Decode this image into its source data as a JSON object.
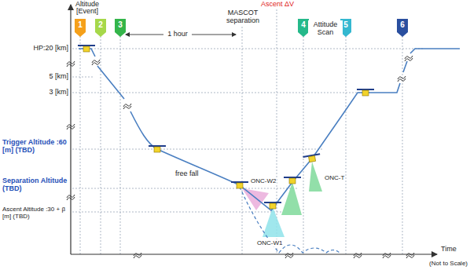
{
  "diagram": {
    "nodes": [
      {
        "text": [
          "1"
        ]
      },
      {
        "text": [
          "2"
        ]
      },
      {
        "text": [
          "3"
        ]
      },
      {
        "text": [
          "4"
        ]
      },
      {
        "text": [
          "5"
        ]
      },
      {
        "text": [
          "6"
        ]
      }
    ],
    "labels": [
      "Altitude",
      "[Event]",
      "1 hour",
      "MASCOT separation",
      "Ascent ΔV",
      "Attitude Scan",
      "HP:20 [km]",
      "5 [km]",
      "3 [km]",
      "Trigger Altitude :60 [m] (TBD)",
      "Separation Altitude (TBD)",
      "Ascent Altitude :30 + β [m] (TBD)",
      "free fall",
      "ONC-W2",
      "ONC-T",
      "ONC-W1",
      "Time",
      "(Not to Scale)"
    ]
  }
}
